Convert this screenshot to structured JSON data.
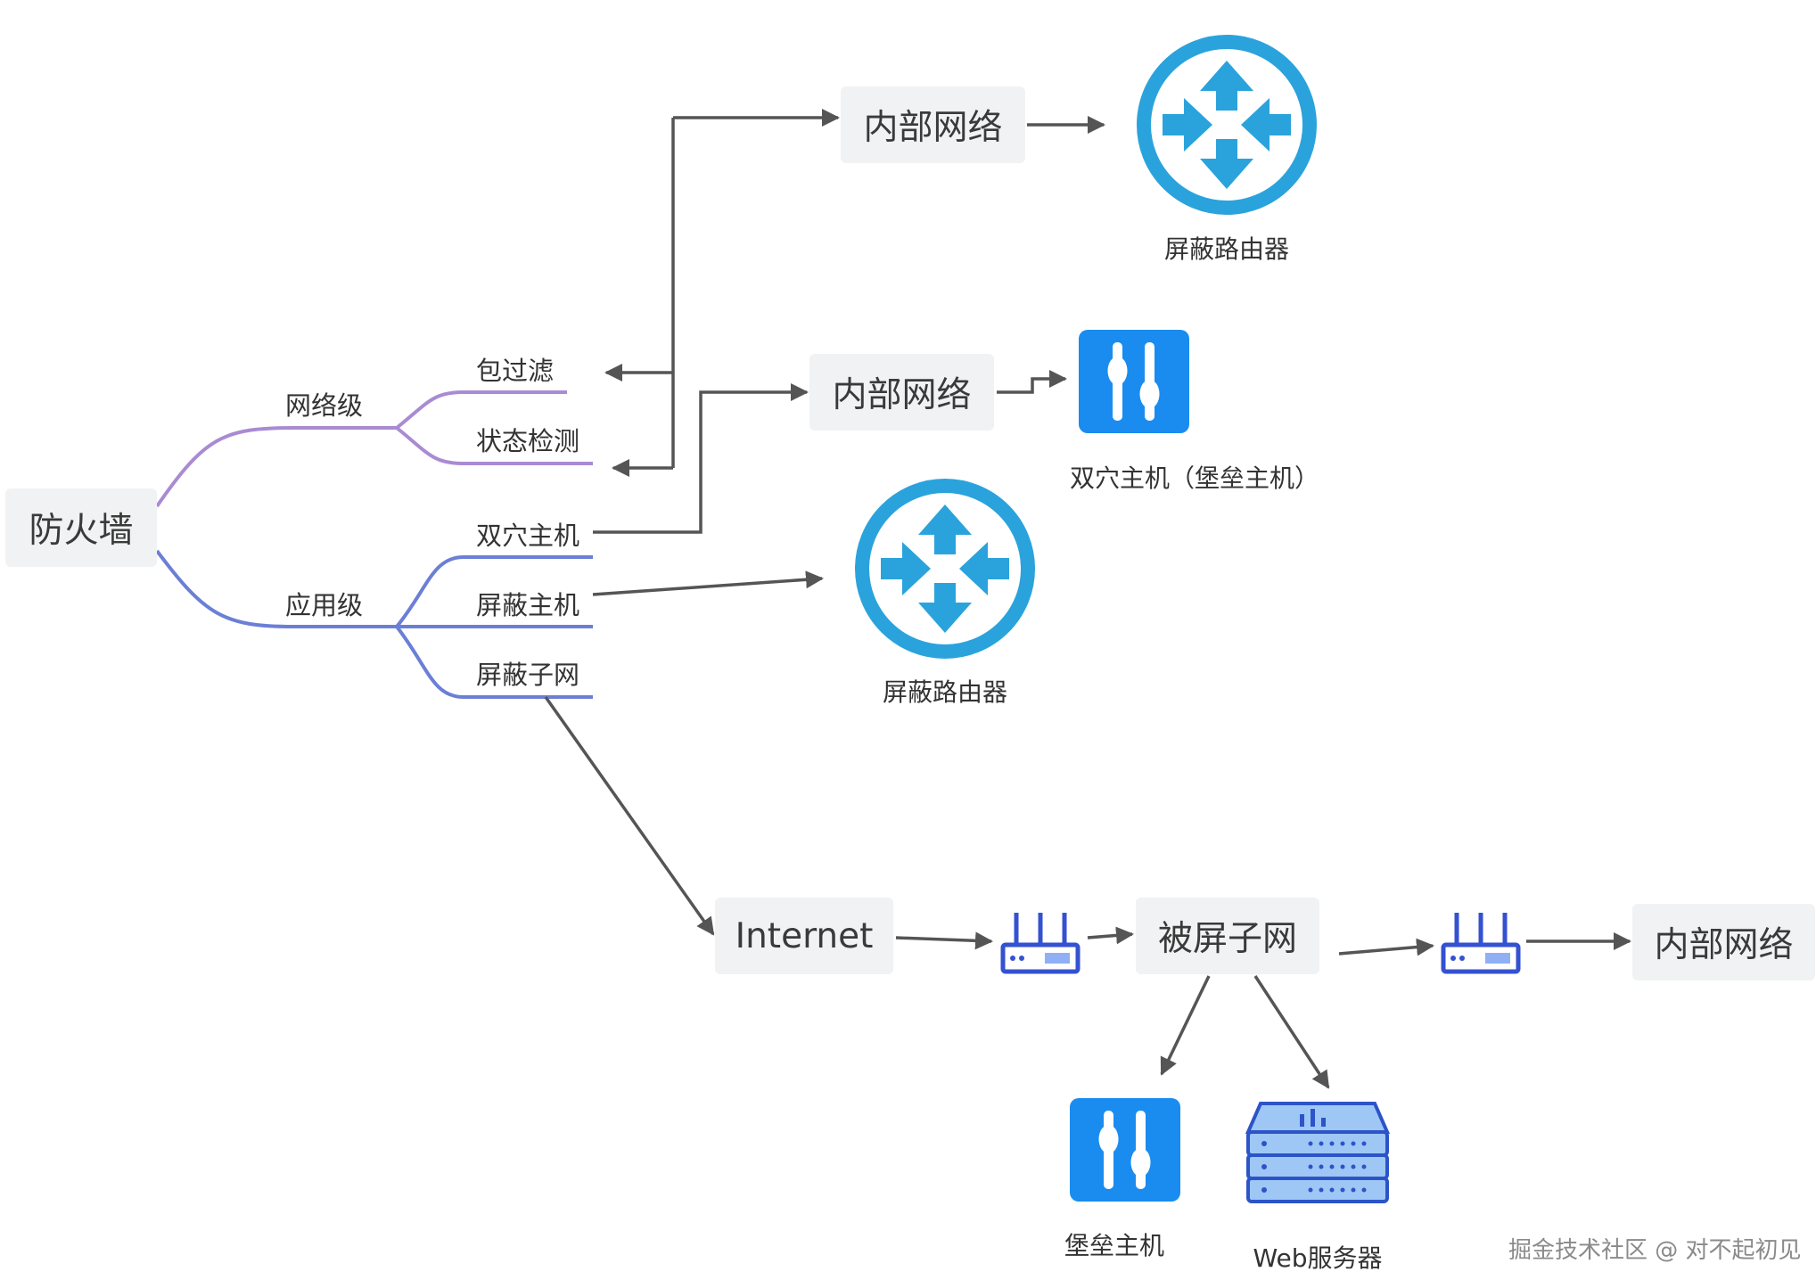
{
  "root": {
    "label": "防火墙"
  },
  "level1": {
    "network": "网络级",
    "application": "应用级"
  },
  "branches": {
    "packet_filter": "包过滤",
    "state_inspection": "状态检测",
    "dual_homed_host": "双穴主机",
    "screened_host": "屏蔽主机",
    "screened_subnet": "屏蔽子网"
  },
  "nodes": {
    "internal_network_1": "内部网络",
    "internal_network_2": "内部网络",
    "internal_network_3": "内部网络",
    "internet": "Internet",
    "screened_subnet_box": "被屏子网"
  },
  "captions": {
    "screening_router_1": "屏蔽路由器",
    "dual_homed_host": "双穴主机（堡垒主机）",
    "screening_router_2": "屏蔽路由器",
    "bastion_host": "堡垒主机",
    "web_server": "Web服务器"
  },
  "watermark": "掘金技术社区 @ 对不起初见",
  "colors": {
    "network_branch": "#a98bd3",
    "application_branch": "#6b7fd6",
    "connector": "#555555",
    "node_box": "#f1f2f3",
    "router_blue": "#2aa3dc",
    "host_blue": "#1a8cf0",
    "device_blue": "#3451d1",
    "server_blue": "#9ec7f5"
  },
  "icons": {
    "screening_router_1": "router-icon",
    "dual_homed_host": "host-icon",
    "screening_router_2": "router-icon",
    "bastion_host": "host-icon",
    "web_server": "server-icon",
    "gateway_left": "network-device-icon",
    "gateway_right": "network-device-icon"
  }
}
